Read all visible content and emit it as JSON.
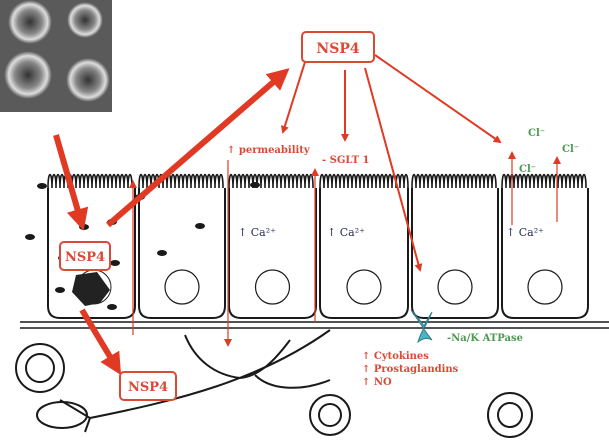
{
  "labels": {
    "nsp4_top": "NSP4",
    "nsp4_cell": "NSP4",
    "nsp4_bottom": "NSP4",
    "permeability": "↑ permeability",
    "sglt": "- SGLT 1",
    "cl1": "Cl⁻",
    "cl2": "Cl⁻",
    "cl3": "Cl⁻",
    "ca": "Ca²⁺",
    "ca_arrow": "↑",
    "atpase": "-Na/K ATPase",
    "cytokines": "↑ Cytokines",
    "prostaglandins": "↑ Prostaglandins",
    "no": "↑ NO"
  },
  "colors": {
    "arrow": "#e03a24",
    "text_red": "#d94a35",
    "text_green": "#4c9a52",
    "channel": "#4fb3c4",
    "outline": "#1a1a1a"
  }
}
